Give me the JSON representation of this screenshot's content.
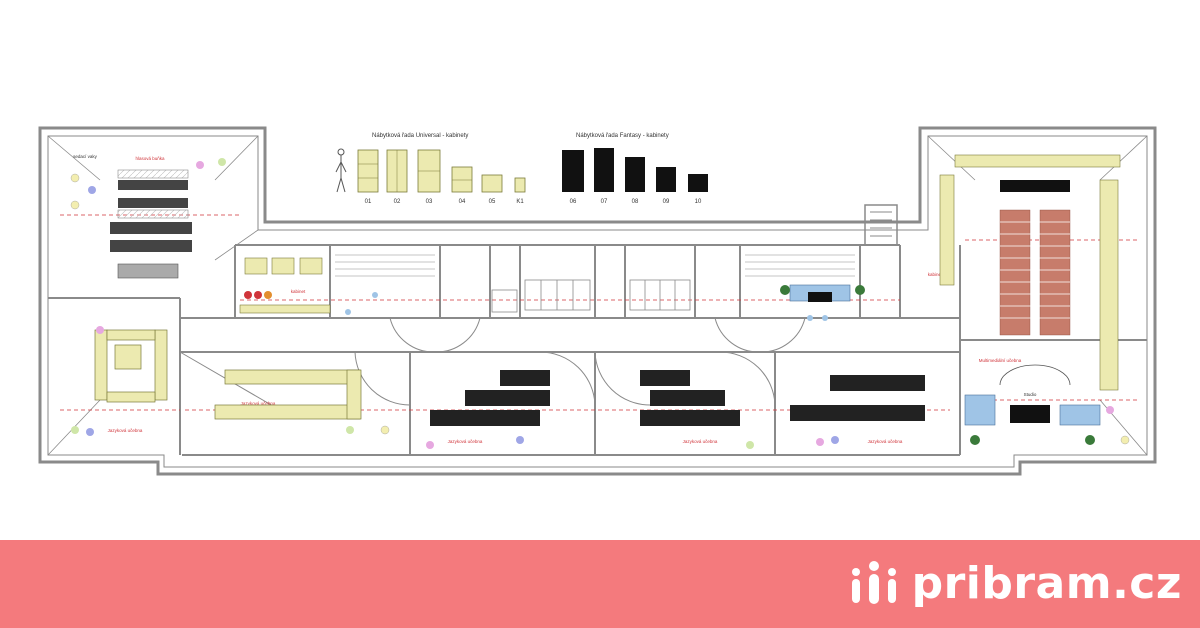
{
  "colors": {
    "footer_background": "#f47a7d",
    "brand_text": "#ffffff",
    "walls": "#8a8a8a",
    "room_labels": "#d0343a",
    "desks_light": "#eceab0",
    "desks_dark": "#222222",
    "chairs_blue": "#9fc4e6",
    "plants": "#3a7a3a"
  },
  "plan": {
    "furniture_legend_universal": {
      "title": "Nábytková řada Universal - kabinety",
      "items": [
        "01",
        "02",
        "03",
        "04",
        "05",
        "K1"
      ]
    },
    "furniture_legend_fantasy": {
      "title": "Nábytková řada Fantasy - kabinety",
      "items": [
        "06",
        "07",
        "08",
        "09",
        "10"
      ]
    },
    "labels": {
      "sedaci_vaky": "sedací vaky",
      "hlasova_bunka": "hlasová buňka",
      "jazykova_ucebna": "Jazyková učebna",
      "kabinet": "kabinet",
      "multimedialni_ucebna": "Multimediální učebna",
      "studio": "Studio"
    }
  },
  "footer": {
    "brand_name": "pribram.cz",
    "brand_icon": "people-group-icon"
  }
}
